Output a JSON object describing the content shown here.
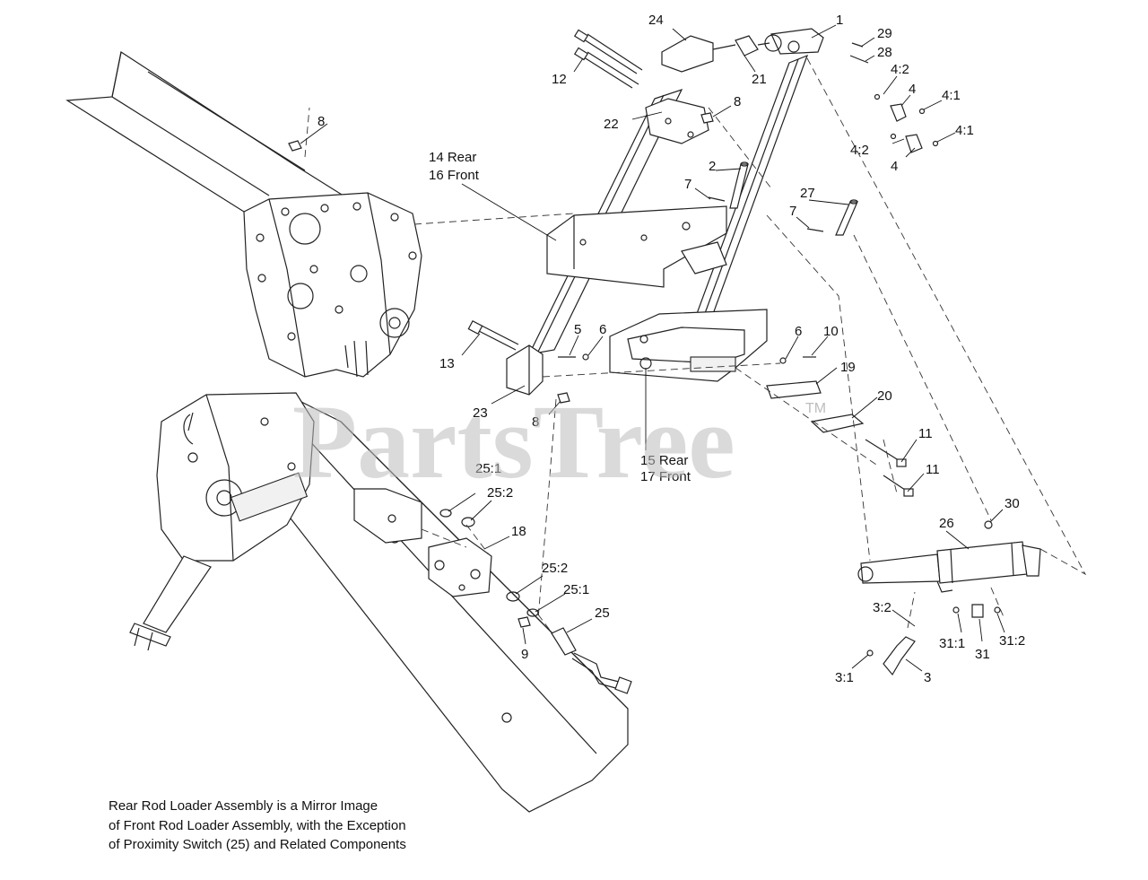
{
  "watermark": {
    "text": "PartsTree",
    "trademark": "TM"
  },
  "note_lines": [
    "Rear Rod Loader Assembly is a Mirror Image",
    "of Front Rod Loader Assembly, with the Exception",
    "of Proximity Switch (25) and Related Components"
  ],
  "callouts": [
    {
      "id": "c1",
      "text": "1"
    },
    {
      "id": "c24",
      "text": "24"
    },
    {
      "id": "c29",
      "text": "29"
    },
    {
      "id": "c28",
      "text": "28"
    },
    {
      "id": "c4_2a",
      "text": "4:2"
    },
    {
      "id": "c4a",
      "text": "4"
    },
    {
      "id": "c4_1a",
      "text": "4:1"
    },
    {
      "id": "c4_1b",
      "text": "4:1"
    },
    {
      "id": "c4_2b",
      "text": "4:2"
    },
    {
      "id": "c4b",
      "text": "4"
    },
    {
      "id": "c12",
      "text": "12"
    },
    {
      "id": "c21",
      "text": "21"
    },
    {
      "id": "c8a",
      "text": "8"
    },
    {
      "id": "c22",
      "text": "22"
    },
    {
      "id": "c8b",
      "text": "8"
    },
    {
      "id": "c14",
      "text": "14  Rear"
    },
    {
      "id": "c16",
      "text": "16  Front"
    },
    {
      "id": "c2",
      "text": "2"
    },
    {
      "id": "c7a",
      "text": "7"
    },
    {
      "id": "c27",
      "text": "27"
    },
    {
      "id": "c7b",
      "text": "7"
    },
    {
      "id": "c5",
      "text": "5"
    },
    {
      "id": "c6a",
      "text": "6"
    },
    {
      "id": "c6b",
      "text": "6"
    },
    {
      "id": "c10",
      "text": "10"
    },
    {
      "id": "c13",
      "text": "13"
    },
    {
      "id": "c19",
      "text": "19"
    },
    {
      "id": "c23",
      "text": "23"
    },
    {
      "id": "c8c",
      "text": "8"
    },
    {
      "id": "c20",
      "text": "20"
    },
    {
      "id": "c15",
      "text": "15  Rear"
    },
    {
      "id": "c17",
      "text": "17  Front"
    },
    {
      "id": "c11a",
      "text": "11"
    },
    {
      "id": "c11b",
      "text": "11"
    },
    {
      "id": "c25_1a",
      "text": "25:1"
    },
    {
      "id": "c25_2a",
      "text": "25:2"
    },
    {
      "id": "c18",
      "text": "18"
    },
    {
      "id": "c30",
      "text": "30"
    },
    {
      "id": "c26",
      "text": "26"
    },
    {
      "id": "c25_2b",
      "text": "25:2"
    },
    {
      "id": "c25_1b",
      "text": "25:1"
    },
    {
      "id": "c25",
      "text": "25"
    },
    {
      "id": "c9",
      "text": "9"
    },
    {
      "id": "c3_2",
      "text": "3:2"
    },
    {
      "id": "c31_1",
      "text": "31:1"
    },
    {
      "id": "c31",
      "text": "31"
    },
    {
      "id": "c31_2",
      "text": "31:2"
    },
    {
      "id": "c3_1",
      "text": "3:1"
    },
    {
      "id": "c3",
      "text": "3"
    }
  ]
}
